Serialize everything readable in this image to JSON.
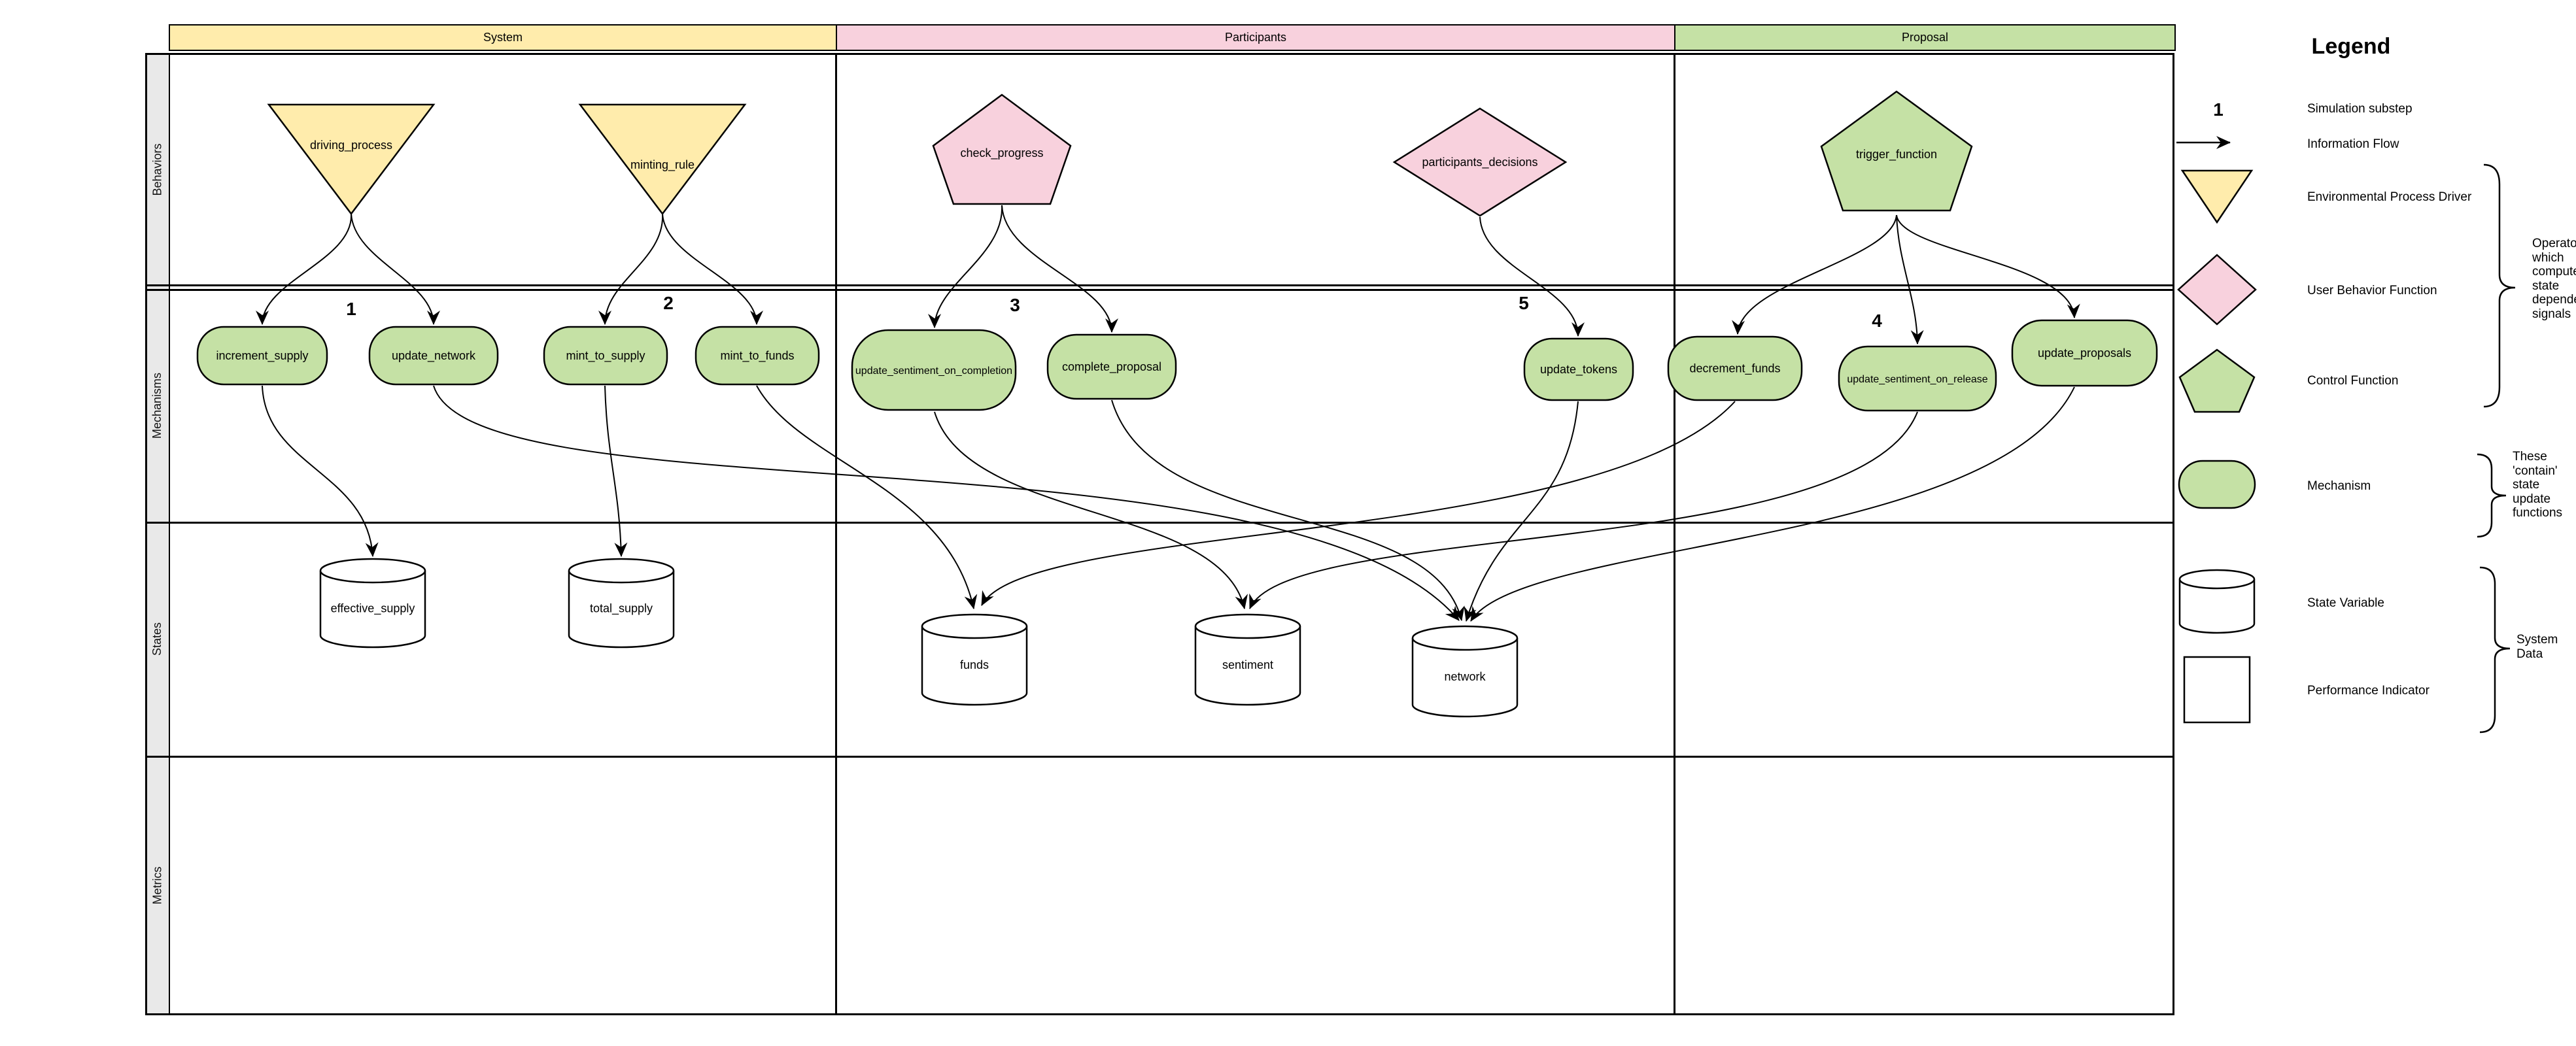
{
  "colors": {
    "yellow": "#FFECAC",
    "pink": "#F8D1DD",
    "green": "#C5E1A5",
    "white": "#FFFFFF",
    "row_label_bg": "#E9E9E9",
    "line": "#000000"
  },
  "diagram": {
    "lane_headers": [
      {
        "label": "System",
        "color": "yellow"
      },
      {
        "label": "Participants",
        "color": "pink"
      },
      {
        "label": "Proposal",
        "color": "green"
      }
    ],
    "row_labels": [
      {
        "label": "Behaviors"
      },
      {
        "label": "Mechanisms"
      },
      {
        "label": "States"
      },
      {
        "label": "Metrics"
      }
    ],
    "substeps": [
      {
        "label": "1"
      },
      {
        "label": "2"
      },
      {
        "label": "3"
      },
      {
        "label": "4"
      },
      {
        "label": "5"
      }
    ],
    "nodes": [
      {
        "id": "driving_process",
        "label": "driving_process",
        "shape": "triangle",
        "color": "yellow",
        "lane": "System",
        "row": "Behaviors"
      },
      {
        "id": "minting_rule",
        "label": "minting_rule",
        "shape": "triangle",
        "color": "yellow",
        "lane": "System",
        "row": "Behaviors"
      },
      {
        "id": "check_progress",
        "label": "check_progress",
        "shape": "pentagon",
        "color": "pink",
        "lane": "Participants",
        "row": "Behaviors"
      },
      {
        "id": "participants_decisions",
        "label": "participants_decisions",
        "shape": "diamond",
        "color": "pink",
        "lane": "Participants",
        "row": "Behaviors"
      },
      {
        "id": "trigger_function",
        "label": "trigger_function",
        "shape": "pentagon",
        "color": "green",
        "lane": "Proposal",
        "row": "Behaviors"
      },
      {
        "id": "increment_supply",
        "label": "increment_supply",
        "shape": "stadium",
        "color": "green",
        "lane": "System",
        "row": "Mechanisms"
      },
      {
        "id": "update_network",
        "label": "update_network",
        "shape": "stadium",
        "color": "green",
        "lane": "System",
        "row": "Mechanisms"
      },
      {
        "id": "mint_to_supply",
        "label": "mint_to_supply",
        "shape": "stadium",
        "color": "green",
        "lane": "System",
        "row": "Mechanisms"
      },
      {
        "id": "mint_to_funds",
        "label": "mint_to_funds",
        "shape": "stadium",
        "color": "green",
        "lane": "System",
        "row": "Mechanisms"
      },
      {
        "id": "update_sentiment_on_completion",
        "label": "update_sentiment_on_completion",
        "shape": "stadium",
        "color": "green",
        "lane": "Participants",
        "row": "Mechanisms"
      },
      {
        "id": "complete_proposal",
        "label": "complete_proposal",
        "shape": "stadium",
        "color": "green",
        "lane": "Participants",
        "row": "Mechanisms"
      },
      {
        "id": "update_tokens",
        "label": "update_tokens",
        "shape": "stadium",
        "color": "green",
        "lane": "Participants",
        "row": "Mechanisms"
      },
      {
        "id": "decrement_funds",
        "label": "decrement_funds",
        "shape": "stadium",
        "color": "green",
        "lane": "Proposal",
        "row": "Mechanisms"
      },
      {
        "id": "update_sentiment_on_release",
        "label": "update_sentiment_on_release",
        "shape": "stadium",
        "color": "green",
        "lane": "Proposal",
        "row": "Mechanisms"
      },
      {
        "id": "update_proposals",
        "label": "update_proposals",
        "shape": "stadium",
        "color": "green",
        "lane": "Proposal",
        "row": "Mechanisms"
      },
      {
        "id": "effective_supply",
        "label": "effective_supply",
        "shape": "cylinder",
        "color": "white",
        "lane": "System",
        "row": "States"
      },
      {
        "id": "total_supply",
        "label": "total_supply",
        "shape": "cylinder",
        "color": "white",
        "lane": "System",
        "row": "States"
      },
      {
        "id": "funds",
        "label": "funds",
        "shape": "cylinder",
        "color": "white",
        "lane": "Participants",
        "row": "States"
      },
      {
        "id": "sentiment",
        "label": "sentiment",
        "shape": "cylinder",
        "color": "white",
        "lane": "Participants",
        "row": "States"
      },
      {
        "id": "network",
        "label": "network",
        "shape": "cylinder",
        "color": "white",
        "lane": "Participants",
        "row": "States"
      }
    ],
    "flows": [
      {
        "from": "driving_process",
        "to": "increment_supply"
      },
      {
        "from": "driving_process",
        "to": "update_network"
      },
      {
        "from": "minting_rule",
        "to": "mint_to_supply"
      },
      {
        "from": "minting_rule",
        "to": "mint_to_funds"
      },
      {
        "from": "check_progress",
        "to": "update_sentiment_on_completion"
      },
      {
        "from": "check_progress",
        "to": "complete_proposal"
      },
      {
        "from": "participants_decisions",
        "to": "update_tokens"
      },
      {
        "from": "trigger_function",
        "to": "decrement_funds"
      },
      {
        "from": "trigger_function",
        "to": "update_sentiment_on_release"
      },
      {
        "from": "trigger_function",
        "to": "update_proposals"
      },
      {
        "from": "increment_supply",
        "to": "effective_supply"
      },
      {
        "from": "update_network",
        "to": "network"
      },
      {
        "from": "mint_to_supply",
        "to": "total_supply"
      },
      {
        "from": "mint_to_funds",
        "to": "funds"
      },
      {
        "from": "update_sentiment_on_completion",
        "to": "sentiment"
      },
      {
        "from": "complete_proposal",
        "to": "network"
      },
      {
        "from": "update_tokens",
        "to": "network"
      },
      {
        "from": "decrement_funds",
        "to": "funds"
      },
      {
        "from": "update_sentiment_on_release",
        "to": "sentiment"
      },
      {
        "from": "update_proposals",
        "to": "network"
      }
    ]
  },
  "legend": {
    "title": "Legend",
    "items": [
      {
        "symbol": "substep-number",
        "glyph": "1",
        "label": "Simulation substep"
      },
      {
        "symbol": "arrow",
        "label": "Information Flow"
      },
      {
        "symbol": "triangle",
        "color": "yellow",
        "label": "Environmental Process Driver"
      },
      {
        "symbol": "diamond",
        "color": "pink",
        "label": "User Behavior Function"
      },
      {
        "symbol": "pentagon",
        "color": "green",
        "label": "Control Function"
      },
      {
        "symbol": "stadium",
        "color": "green",
        "label": "Mechanism"
      },
      {
        "symbol": "cylinder",
        "color": "white",
        "label": "State Variable"
      },
      {
        "symbol": "square",
        "color": "white",
        "label": "Performance Indicator"
      }
    ],
    "annotations": [
      {
        "lines": [
          "Operators",
          "which",
          "compute",
          "state",
          "dependent",
          "signals"
        ]
      },
      {
        "lines": [
          "These",
          "'contain'",
          "state",
          "update",
          "functions"
        ]
      },
      {
        "lines": [
          "System",
          "Data"
        ]
      }
    ]
  }
}
